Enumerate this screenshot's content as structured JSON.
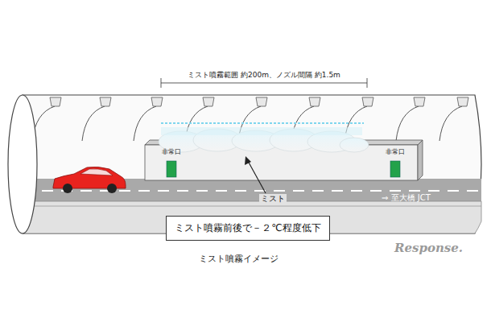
{
  "diagram": {
    "caption": "ミスト噴霧イメージ",
    "nodes": [
      {
        "text": [
          "ミスト噴霧前後で－２℃程度低下"
        ]
      }
    ],
    "labels": [
      "ミスト噴霧範囲 約200m、ノズル間隔 約1.5m",
      "非常口",
      "非常口",
      "ミスト",
      "⇒ 至大橋 JCT",
      "Response."
    ]
  }
}
